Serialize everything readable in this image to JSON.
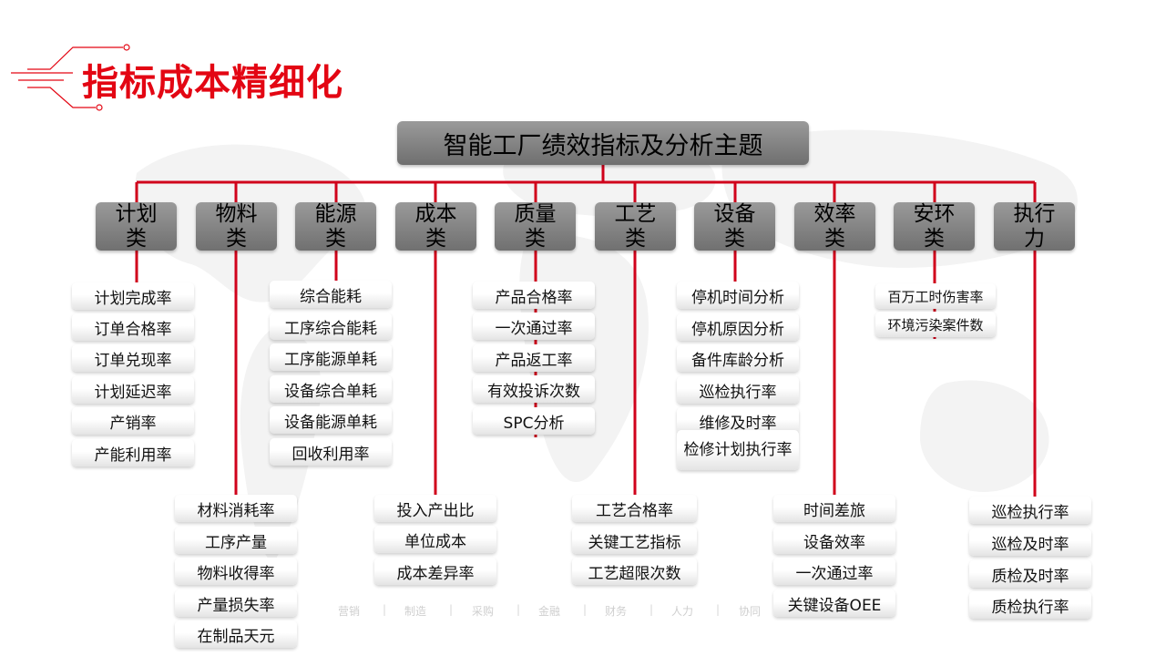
{
  "page_title": "指标成本精细化",
  "root": "智能工厂绩效指标及分析主题",
  "categories": [
    {
      "label": "计划类",
      "items": [
        "计划完成率",
        "订单合格率",
        "订单兑现率",
        "计划延迟率",
        "产销率",
        "产能利用率"
      ]
    },
    {
      "label": "物料类",
      "items": [
        "材料消耗率",
        "工序产量",
        "物料收得率",
        "产量损失率",
        "在制品天元"
      ]
    },
    {
      "label": "能源类",
      "items": [
        "综合能耗",
        "工序综合能耗",
        "工序能源单耗",
        "设备综合单耗",
        "设备能源单耗",
        "回收利用率"
      ]
    },
    {
      "label": "成本类",
      "items": [
        "投入产出比",
        "单位成本",
        "成本差异率"
      ]
    },
    {
      "label": "质量类",
      "items": [
        "产品合格率",
        "一次通过率",
        "产品返工率",
        "有效投诉次数",
        "SPC分析"
      ]
    },
    {
      "label": "工艺类",
      "items": [
        "工艺合格率",
        "关键工艺指标",
        "工艺超限次数"
      ]
    },
    {
      "label": "设备类",
      "items": [
        "停机时间分析",
        "停机原因分析",
        "备件库龄分析",
        "巡检执行率",
        "维修及时率",
        "检修计划执行率"
      ]
    },
    {
      "label": "效率类",
      "items": [
        "时间差旅",
        "设备效率",
        "一次通过率",
        "关键设备OEE"
      ]
    },
    {
      "label": "安环类",
      "items": [
        "百万工时伤害率",
        "环境污染案件数"
      ]
    },
    {
      "label": "执行力",
      "items": [
        "巡检执行率",
        "巡检及时率",
        "质检及时率",
        "质检执行率"
      ]
    }
  ],
  "footer_nav": [
    "营销",
    "制造",
    "采购",
    "金融",
    "财务",
    "人力",
    "协同"
  ],
  "footer_separator": "|",
  "colors": {
    "accent": "#e30613",
    "box_gray": "#858585",
    "line_red": "#d0021b"
  }
}
